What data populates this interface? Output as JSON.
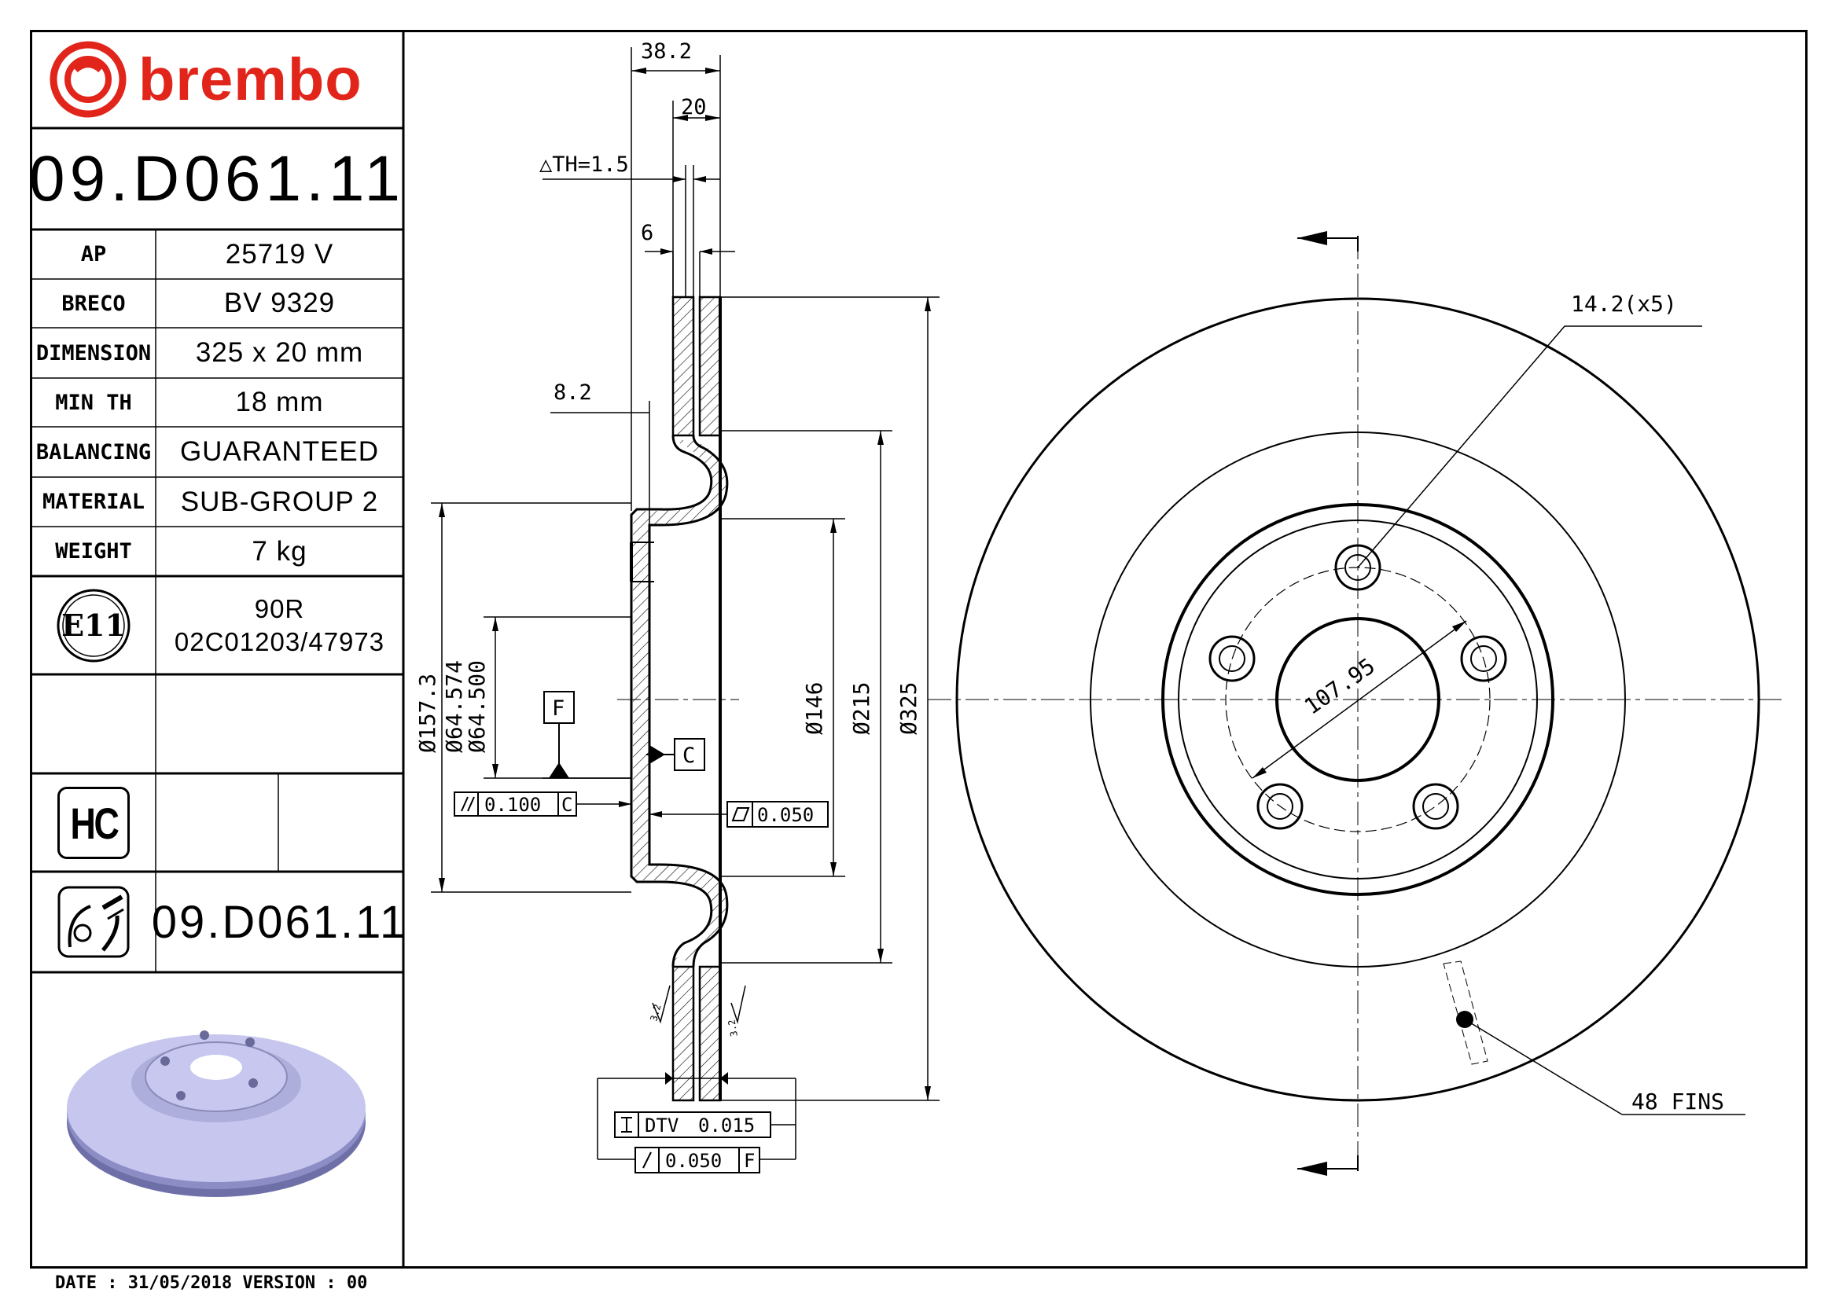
{
  "brand": {
    "name": "brembo",
    "color": "#e1251b"
  },
  "part_number": "09.D061.11",
  "specs": [
    {
      "label": "AP",
      "value": "25719 V"
    },
    {
      "label": "BRECO",
      "value": "BV 9329"
    },
    {
      "label": "DIMENSION",
      "value": "325 x 20 mm"
    },
    {
      "label": "MIN TH",
      "value": "18 mm"
    },
    {
      "label": "BALANCING",
      "value": "GUARANTEED"
    },
    {
      "label": "MATERIAL",
      "value": "SUB-GROUP 2"
    },
    {
      "label": "WEIGHT",
      "value": "7 kg"
    }
  ],
  "approval": {
    "mark": "E11",
    "line1": "90R",
    "line2": "02C01203/47973"
  },
  "hc_badge": "HC",
  "part_number_bottom": "09.D061.11",
  "footer": "DATE : 31/05/2018 VERSION : 00",
  "drawing": {
    "dim_38_2": "38.2",
    "dim_20": "20",
    "dim_th": "△TH=1.5",
    "dim_6": "6",
    "dim_8_2": "8.2",
    "dia_157_3": "Ø157.3",
    "dia_64_574": "Ø64.574",
    "dia_64_500": "Ø64.500",
    "dia_146": "Ø146",
    "dia_215": "Ø215",
    "dia_325": "Ø325",
    "datum_f": "F",
    "datum_c": "C",
    "tol_parallel": "0.100",
    "tol_parallel_ref": "C",
    "tol_flat": "0.050",
    "tol_dtv_label": "DTV",
    "tol_dtv": "0.015",
    "tol_runout": "0.050",
    "tol_runout_ref": "F",
    "rough_left": "3.2",
    "rough_right": "3.2",
    "bolt_holes": "14.2(x5)",
    "pcd": "107.95",
    "fins": "48 FINS"
  }
}
